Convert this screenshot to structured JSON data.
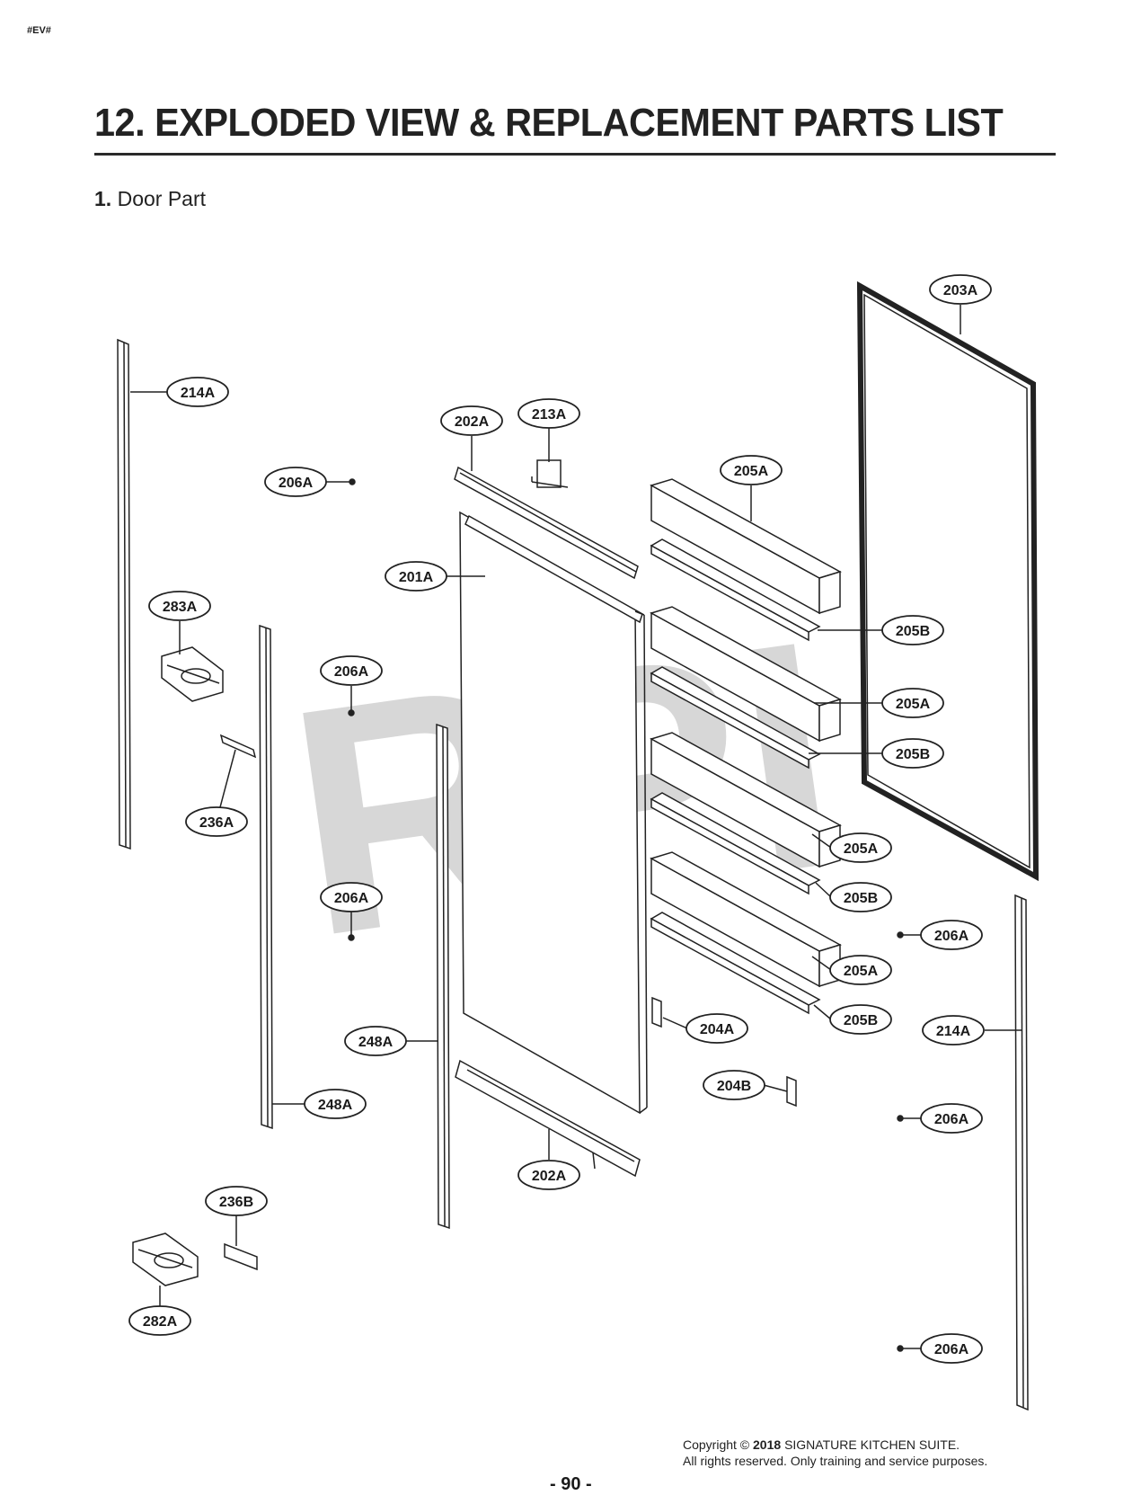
{
  "header": {
    "code": "#EV#",
    "title": "12. EXPLODED VIEW & REPLACEMENT PARTS LIST",
    "section_number": "1.",
    "section_title": "Door Part"
  },
  "watermark": "RPI",
  "callouts": {
    "c203a": "203A",
    "c214a_l": "214A",
    "c202a_t": "202A",
    "c213a": "213A",
    "c206a_1": "206A",
    "c205a_1": "205A",
    "c201a": "201A",
    "c283a": "283A",
    "c205b_1": "205B",
    "c206a_2": "206A",
    "c205a_2": "205A",
    "c205b_2": "205B",
    "c236a": "236A",
    "c205a_3": "205A",
    "c205b_3": "205B",
    "c206a_3": "206A",
    "c206a_4": "206A",
    "c205a_4": "205A",
    "c205b_4": "205B",
    "c248a_1": "248A",
    "c204a": "204A",
    "c214a_r": "214A",
    "c204b": "204B",
    "c248a_2": "248A",
    "c206a_5": "206A",
    "c202a_b": "202A",
    "c236b": "236B",
    "c282a": "282A",
    "c206a_6": "206A"
  },
  "footer": {
    "page_number": "- 90 -",
    "copyright_prefix": "Copyright ©",
    "copyright_year": "2018",
    "copyright_owner": "SIGNATURE KITCHEN SUITE.",
    "rights": "All rights reserved. Only training and service purposes."
  }
}
